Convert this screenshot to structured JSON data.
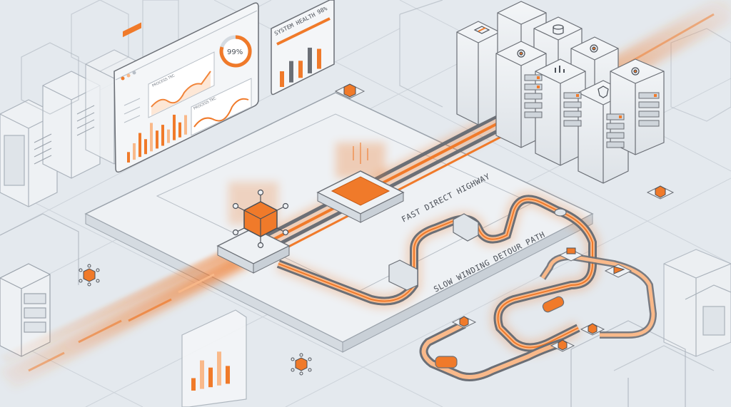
{
  "colors": {
    "accent": "#f07a2a",
    "accent_light": "#f9b98a",
    "line": "#9aa2ab",
    "panel": "#f1f4f7",
    "dark": "#6b6f76"
  },
  "dashboard": {
    "panel1_title": "PROCESS TKC",
    "panel2_title": "PROCESS TKC",
    "gauge_value": "99%",
    "bars": [
      0.35,
      0.55,
      0.8,
      0.5,
      0.95,
      0.6,
      0.7,
      0.45,
      0.85,
      0.5,
      0.65
    ]
  },
  "health": {
    "title": "SYSTEM HEALTH",
    "value": "98%",
    "bars": [
      0.55,
      0.75,
      0.6,
      0.9,
      0.7
    ]
  },
  "routes": {
    "fast_label": "FAST DIRECT HIGHWAY",
    "slow_label": "SLOW WINDING DETOUR PATH"
  },
  "small_chart": {
    "bars": [
      0.35,
      0.8,
      0.55,
      0.95,
      0.5
    ]
  },
  "icons": [
    "network-cube-icon",
    "wrench-icon",
    "database-icon",
    "gear-icon",
    "chart-icon",
    "shield-icon"
  ]
}
